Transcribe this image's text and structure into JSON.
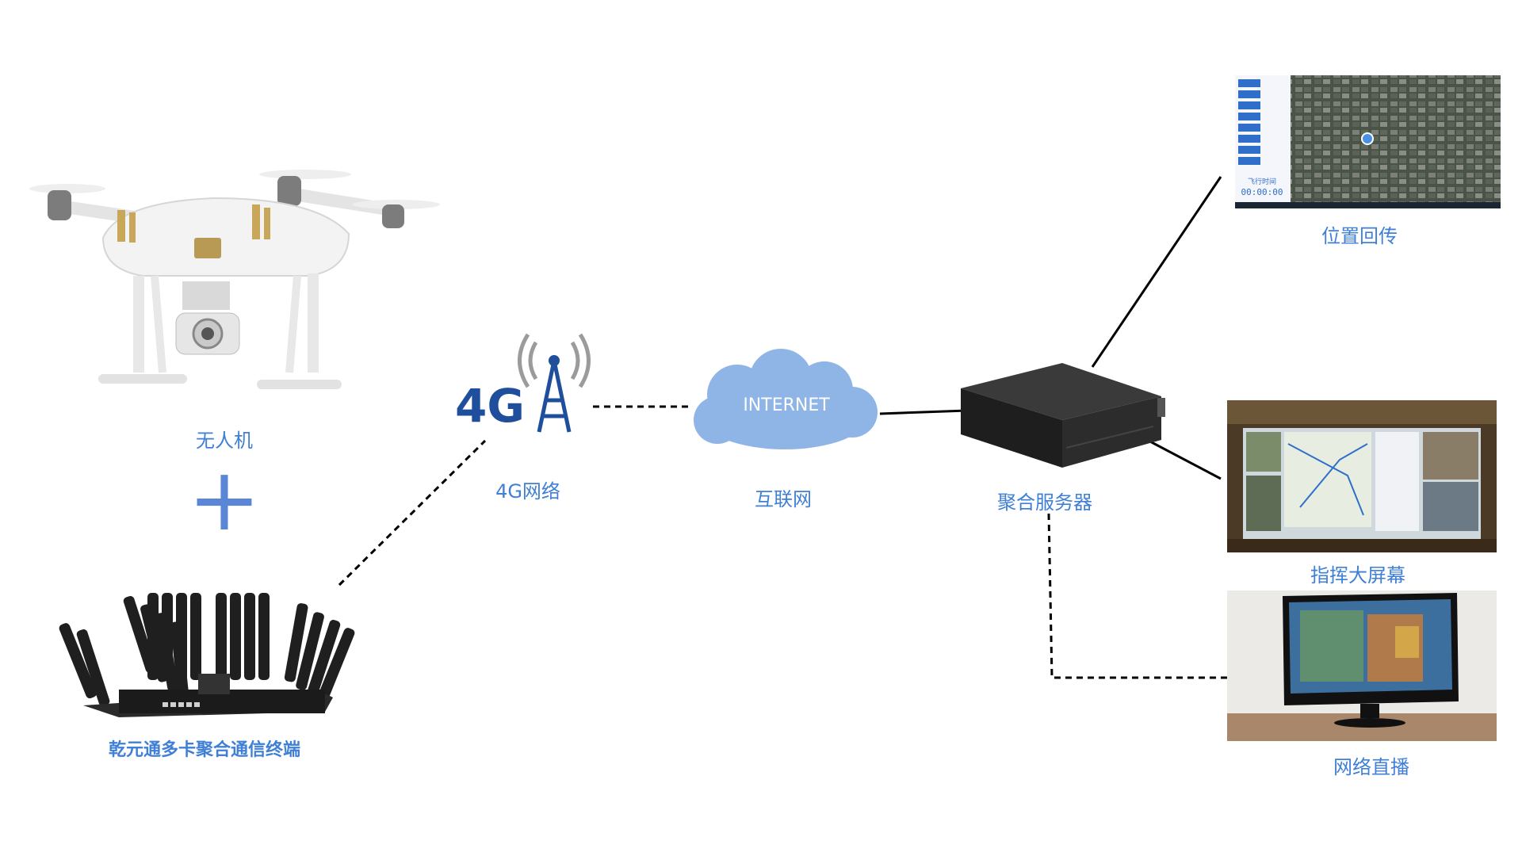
{
  "nodes": {
    "drone": "无人机",
    "terminal": "乾元通多卡聚合通信终端",
    "network_4g": "4G网络",
    "internet": "互联网",
    "server": "聚合服务器",
    "position": "位置回传",
    "command_screen": "指挥大屏幕",
    "live": "网络直播"
  },
  "icons": {
    "plus": "+",
    "badge_4g": "4G",
    "cloud_text": "INTERNET"
  },
  "map_panel": {
    "timer_label": "飞行时间",
    "timer_value": "00:00:00"
  },
  "colors": {
    "label": "#3f7fd6",
    "plus": "#5b86d6",
    "cloud": "#8fb4e6",
    "badge": "#1f4f9c"
  }
}
